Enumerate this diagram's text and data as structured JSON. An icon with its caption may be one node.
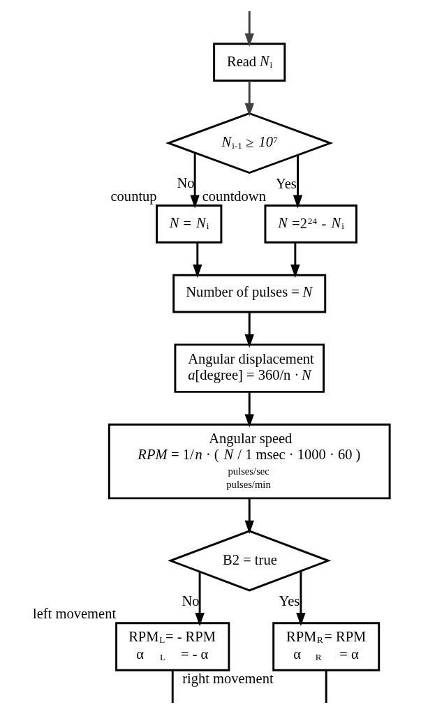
{
  "diagram": {
    "nodes": [
      {
        "text": [
          "Read *N*$_{i}$"
        ]
      },
      {
        "text": [
          "*N*$_{i-1}$ ≥ *10*$^{7}$"
        ]
      },
      {
        "text": [
          "*N* = *N*$_{i}$"
        ],
        "beside": [
          "countup"
        ]
      },
      {
        "text": [
          "*N* =2$^{24}$ - *N*$_{i}$"
        ],
        "beside": [
          "countdown"
        ]
      },
      {
        "text": [
          "Number of pulses = *N*"
        ]
      },
      {
        "text": [
          "Angular displacement",
          "*a*[degree] = 360/n · *N*"
        ]
      },
      {
        "text": [
          "Angular speed",
          "*RPM* = 1/*n* · ( *N* / 1 msec · 1000 · 60 )",
          "pulses/sec",
          "pulses/min"
        ]
      },
      {
        "text": [
          "B2 = true"
        ]
      },
      {
        "text": [
          "RPM$_{L}$= - RPM",
          "α$_{L}$= - α"
        ],
        "beside": [
          "left movement"
        ]
      },
      {
        "text": [
          "RPM$_{R}$= RPM",
          "α$_{R}$ = α"
        ],
        "beside": [
          "right movement"
        ]
      }
    ],
    "edges": [
      {
        "from": null,
        "to": 0,
        "arrow": "to",
        "color": "#404040"
      },
      {
        "from": 0,
        "to": 1,
        "arrow": "to",
        "color": "#404040"
      },
      {
        "from": 1,
        "to": 2,
        "arrow": "to",
        "label": "No"
      },
      {
        "from": 1,
        "to": 3,
        "arrow": "to",
        "label": "Yes"
      },
      {
        "from": 2,
        "to": 4,
        "arrow": "to"
      },
      {
        "from": 3,
        "to": 4,
        "arrow": "to"
      },
      {
        "from": 4,
        "to": 5,
        "arrow": "to"
      },
      {
        "from": 5,
        "to": 6,
        "arrow": "to"
      },
      {
        "from": 6,
        "to": 7,
        "arrow": "to"
      },
      {
        "from": 7,
        "to": 8,
        "arrow": "to",
        "label": "No"
      },
      {
        "from": 7,
        "to": 9,
        "arrow": "to",
        "label": "Yes"
      },
      {
        "from": 8,
        "to": null,
        "arrow": "none"
      },
      {
        "from": 9,
        "to": null,
        "arrow": "none"
      }
    ]
  }
}
